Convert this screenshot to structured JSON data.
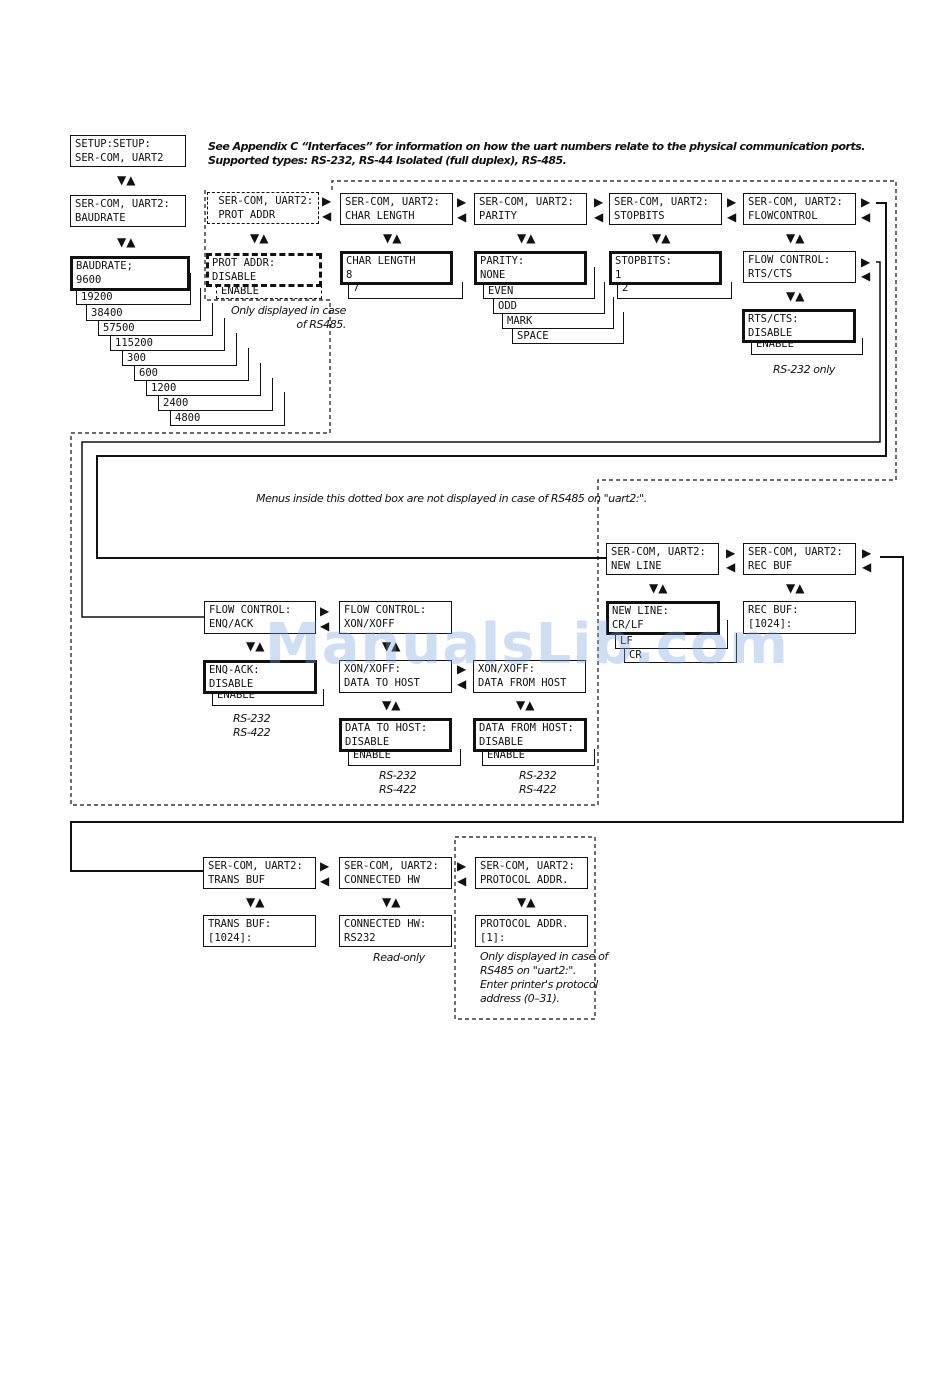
{
  "header": {
    "line1": "See Appendix C “Interfaces” for information on how the uart numbers relate to the physical communication ports.",
    "line2": "Supported types:  RS-232, RS-44 Isolated (full duplex), RS-485."
  },
  "boxes": {
    "setup": "SETUP:SETUP:\nSER-COM, UART2",
    "baudrate_menu": "SER-COM, UART2:\nBAUDRATE",
    "baudrate_val": "BAUDRATE;\n9600",
    "baud_opts": [
      "19200",
      "38400",
      "57500",
      "115200",
      "300",
      "600",
      "1200",
      "2400",
      "4800"
    ],
    "prot_addr_menu": " SER-COM, UART2:\n PROT ADDR",
    "prot_addr_val": "PROT ADDR:\nDISABLE",
    "prot_addr_opt": "ENABLE",
    "char_len_menu": "SER-COM, UART2:\nCHAR LENGTH",
    "char_len_val": "CHAR LENGTH\n8",
    "char_len_opt": "7",
    "parity_menu": "SER-COM, UART2:\nPARITY",
    "parity_val": "PARITY:\nNONE",
    "parity_opts": [
      "EVEN",
      "ODD",
      "MARK",
      "SPACE"
    ],
    "stopbits_menu": "SER-COM, UART2:\nSTOPBITS",
    "stopbits_val": "STOPBITS:\n1",
    "stopbits_opt": "2",
    "flow_menu": "SER-COM, UART2:\nFLOWCONTROL",
    "flow_val": "FLOW CONTROL:\nRTS/CTS",
    "rtscts_val": "RTS/CTS:\nDISABLE",
    "rtscts_opt": "ENABLE",
    "newline_menu": "SER-COM, UART2:\nNEW LINE",
    "newline_val": "NEW LINE:\nCR/LF",
    "newline_opts": [
      "LF",
      "CR"
    ],
    "recbuf_menu": "SER-COM, UART2:\nREC BUF",
    "recbuf_val": "REC BUF:\n[1024]:",
    "enqack_menu": "FLOW CONTROL:\nENQ/ACK",
    "enqack_val": "ENQ-ACK:\nDISABLE",
    "enqack_opt": "ENABLE",
    "xonxoff_menu": "FLOW CONTROL:\nXON/XOFF",
    "xon_host_menu": "XON/XOFF:\nDATA TO HOST",
    "xon_host_val": "DATA TO HOST:\nDISABLE",
    "xon_host_opt": "ENABLE",
    "xon_from_menu": "XON/XOFF:\nDATA FROM HOST",
    "xon_from_val": "DATA FROM HOST:\nDISABLE",
    "xon_from_opt": "ENABLE",
    "transbuf_menu": "SER-COM, UART2:\nTRANS BUF",
    "transbuf_val": "TRANS BUF:\n[1024]:",
    "connhw_menu": "SER-COM, UART2:\nCONNECTED HW",
    "connhw_val": "CONNECTED HW:\nRS232",
    "protocol_menu": "SER-COM, UART2:\nPROTOCOL ADDR.",
    "protocol_val": "PROTOCOL ADDR.\n[1]:"
  },
  "notes": {
    "prot_addr_note": "Only displayed in case\nof RS485.",
    "rs232_only": "RS-232 only",
    "dotted_box_note": "Menus inside this dotted box are not displayed in case of RS485 on \"uart2:\".",
    "enqack_note": "RS-232\nRS-422",
    "to_host_note": "RS-232\nRS-422",
    "from_host_note": "RS-232\nRS-422",
    "read_only": "Read-only",
    "protocol_note": "Only displayed in case of\nRS485 on \"uart2:\".\nEnter printer's protocol\naddress (0–31)."
  },
  "watermark": "ManualsLib.com"
}
